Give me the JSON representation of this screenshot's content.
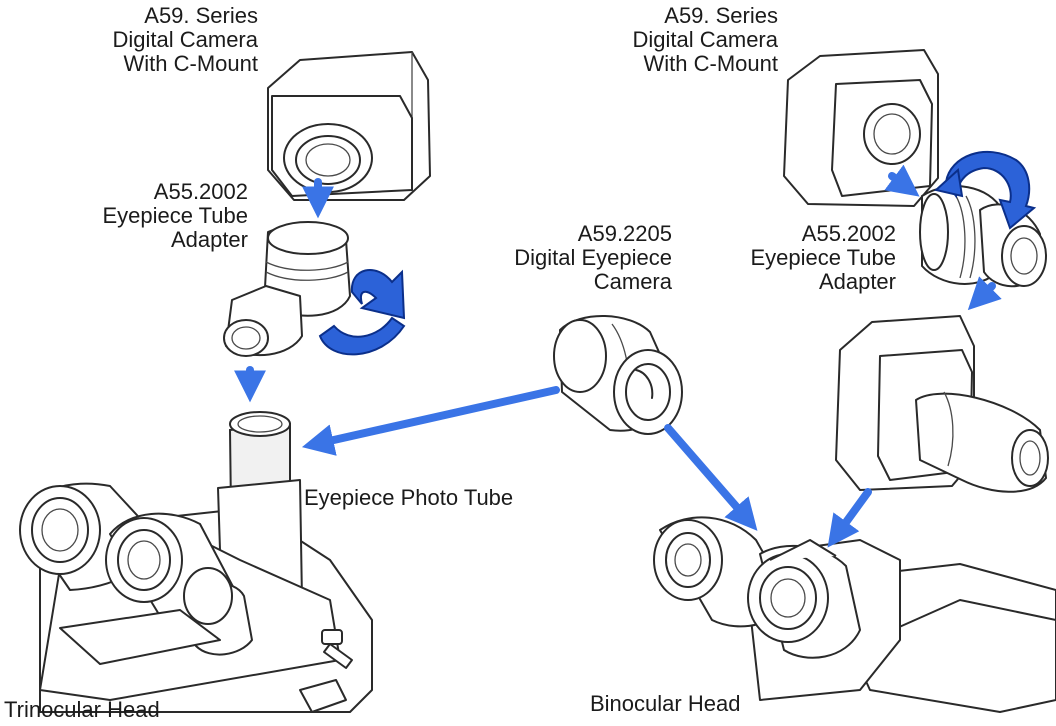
{
  "colors": {
    "arrow": "#3a74e6",
    "curl_fill": "#2c62d8",
    "curl_edge": "#0b2f8a",
    "ink": "#2a2a2a"
  },
  "labels": {
    "camera_left": "A59. Series\nDigital Camera\nWith C-Mount",
    "camera_right": "A59. Series\nDigital Camera\nWith C-Mount",
    "adapter_left": "A55.2002\nEyepiece Tube\nAdapter",
    "adapter_right": "A55.2002\nEyepiece Tube\nAdapter",
    "eyepiece_camera": "A59.2205\nDigital Eyepiece\nCamera",
    "photo_tube": "Eyepiece Photo Tube",
    "trinocular": "Trinocular Head",
    "binocular": "Binocular  Head"
  }
}
